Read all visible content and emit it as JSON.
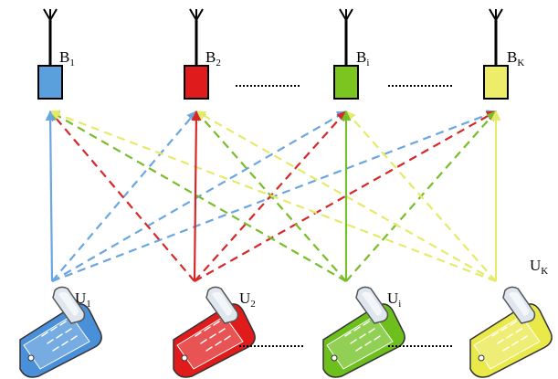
{
  "stations": [
    {
      "label": "B",
      "sub": "1",
      "color": "#5aa0dd"
    },
    {
      "label": "B",
      "sub": "2",
      "color": "#e01b1b"
    },
    {
      "label": "B",
      "sub": "i",
      "color": "#7cc520"
    },
    {
      "label": "B",
      "sub": "K",
      "color": "#eded6a"
    }
  ],
  "users": [
    {
      "label": "U",
      "sub": "1",
      "color": "#4a90d9"
    },
    {
      "label": "U",
      "sub": "2",
      "color": "#e01b1b"
    },
    {
      "label": "U",
      "sub": "i",
      "color": "#6cbf1c"
    },
    {
      "label": "U",
      "sub": "K",
      "color": "#e9e94a"
    }
  ],
  "link_colors": {
    "direct_1": "#6aa6df",
    "direct_2": "#d62828",
    "direct_i": "#79bd2a",
    "direct_K": "#e6ea6a"
  },
  "icons": {
    "antenna": "antenna-icon",
    "phone": "mobile-phone-icon"
  }
}
